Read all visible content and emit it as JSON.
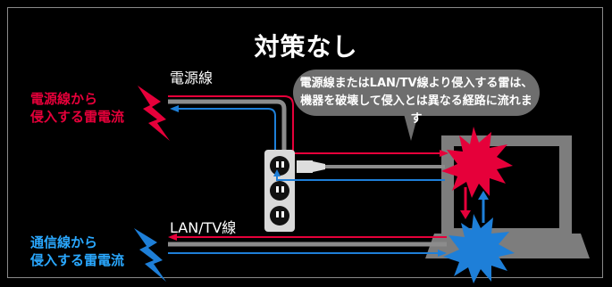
{
  "title": "対策なし",
  "power_line_label": "電源線",
  "lan_line_label": "LAN/TV線",
  "power_surge_label": [
    "電源線から",
    "侵入する雷電流"
  ],
  "comm_surge_label": [
    "通信線から",
    "侵入する雷電流"
  ],
  "bubble_text": [
    "電源線またはLAN/TV線より侵入する雷は、",
    "機器を破壊して侵入とは異なる経路に流れます"
  ],
  "colors": {
    "red": "#e6003a",
    "blue": "#1e7fd8",
    "gray": "#8c8c8c",
    "bubble": "#6e6e6e"
  }
}
